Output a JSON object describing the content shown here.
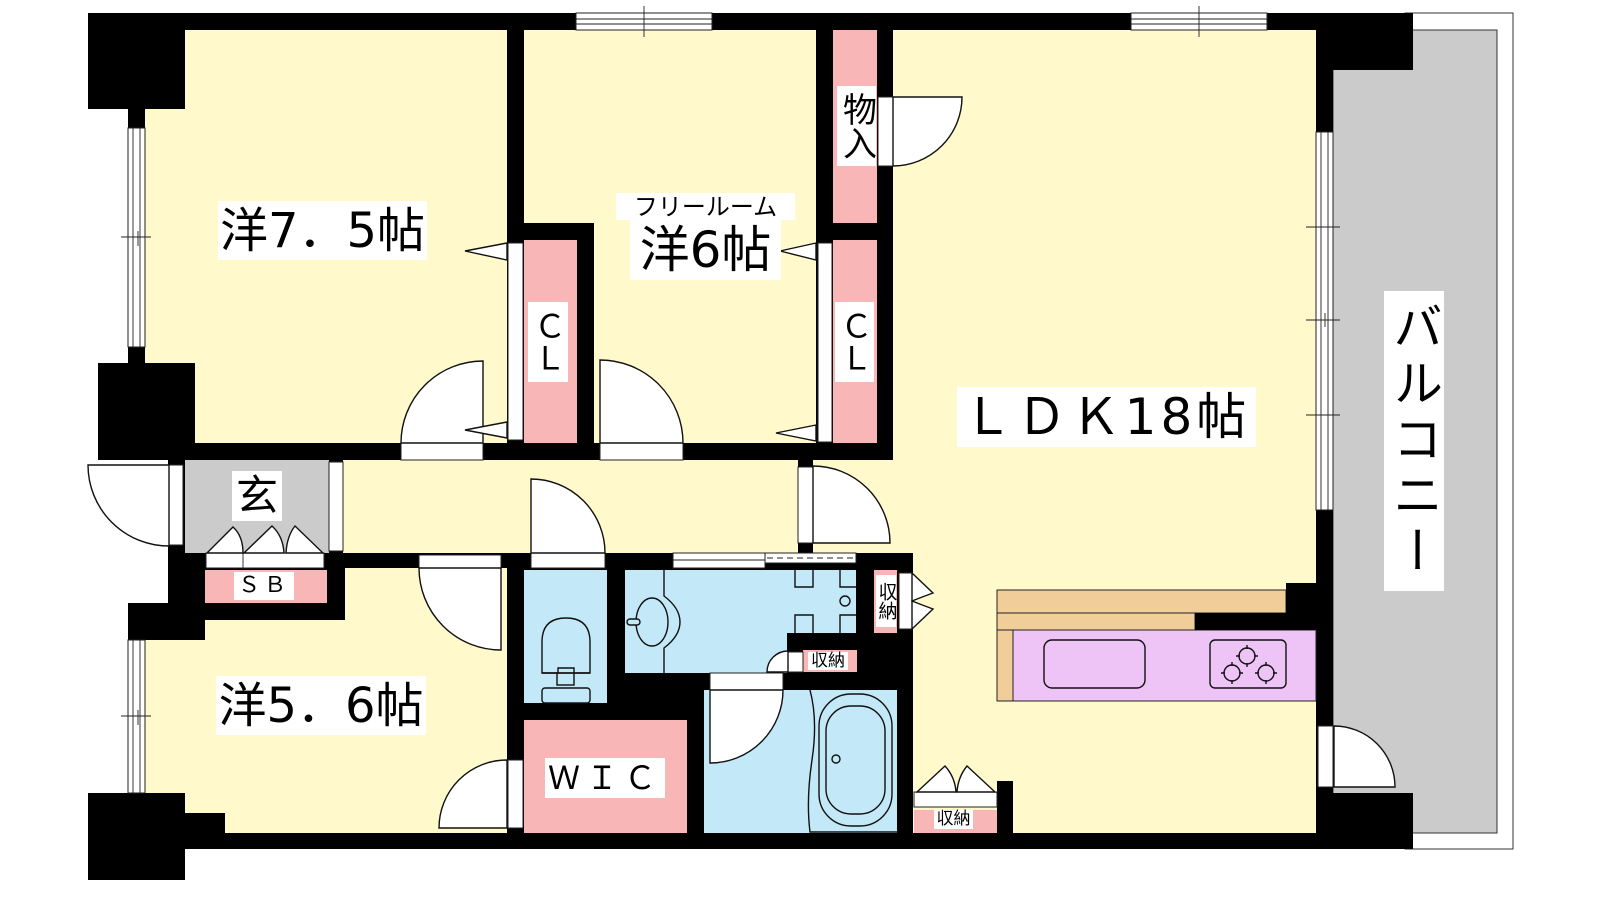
{
  "floor_plan": {
    "rooms": {
      "western_room_a": {
        "label": "洋7．5帖"
      },
      "free_room": {
        "caption": "フリールーム",
        "label": "洋6帖"
      },
      "ldk": {
        "label": "ＬＤＫ18帖"
      },
      "western_room_b": {
        "label": "洋5．6帖"
      },
      "entrance": {
        "label": "玄"
      },
      "balcony": {
        "label": "バルコニー"
      }
    },
    "storage": {
      "closet_a": {
        "label": "ＣＬ"
      },
      "closet_b": {
        "label": "ＣＬ"
      },
      "storage_room": {
        "label": "物入"
      },
      "shoe_box": {
        "label": "ＳＢ"
      },
      "walk_in_closet": {
        "label": "ＷＩＣ"
      },
      "washroom_storage_vertical": {
        "label": "収納"
      },
      "washroom_storage_small": {
        "label": "収納"
      },
      "ldk_storage": {
        "label": "収納"
      }
    }
  },
  "colors": {
    "wall": "#000000",
    "room_floor": "#FFF9CB",
    "storage": "#F8B6B6",
    "wet_area": "#C3E8F8",
    "entrance_balcony": "#CBCBCB",
    "kitchen_counter": "#EEC3F5",
    "kitchen_back_counter": "#F0CD99"
  }
}
